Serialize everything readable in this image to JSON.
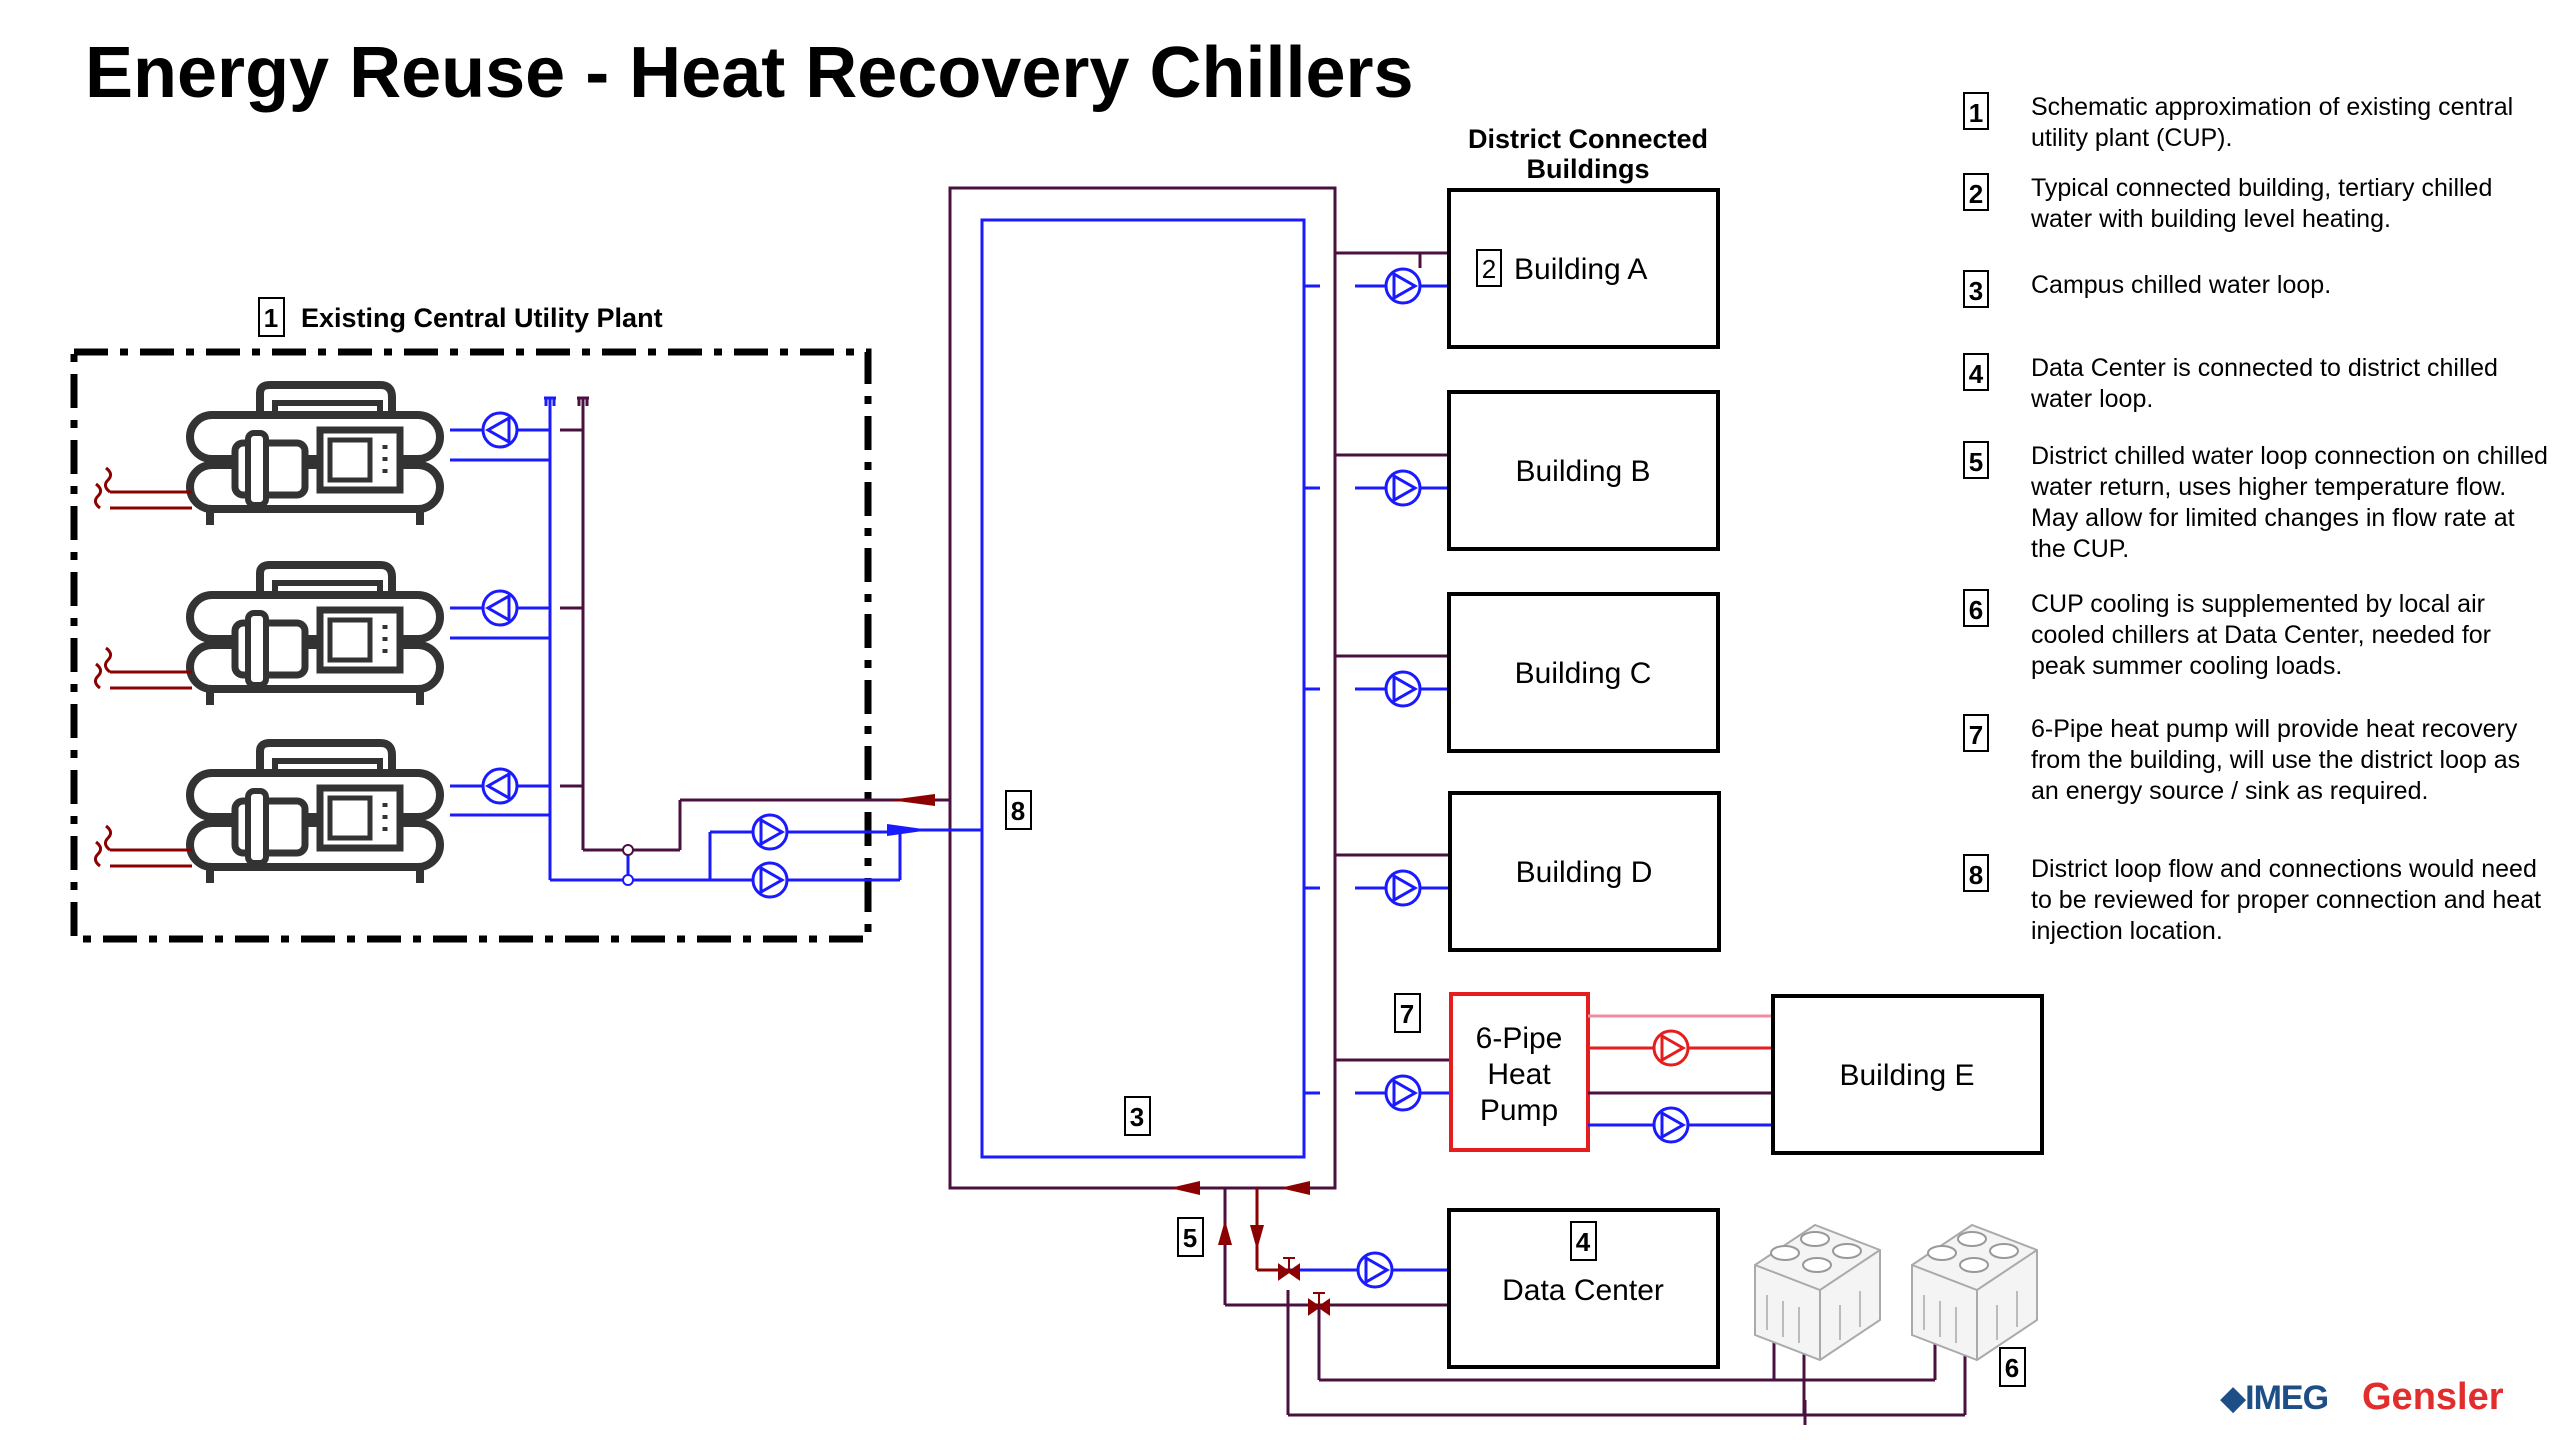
{
  "title": "Energy Reuse - Heat Recovery Chillers",
  "cup": {
    "number": "1",
    "label": "Existing Central Utility Plant"
  },
  "district": {
    "line1": "District Connected",
    "line2": "Buildings"
  },
  "buildings": {
    "a": {
      "tag": "2",
      "label": "Building A"
    },
    "b": {
      "label": "Building B"
    },
    "c": {
      "label": "Building C"
    },
    "d": {
      "label": "Building D"
    },
    "e": {
      "label": "Building E"
    }
  },
  "heat_pump": {
    "tag": "7",
    "line1": "6-Pipe",
    "line2": "Heat",
    "line3": "Pump"
  },
  "data_center": {
    "tag": "4",
    "label": "Data Center"
  },
  "tags": {
    "loop": "3",
    "flow": "8",
    "connection": "5",
    "aircooled": "6"
  },
  "notes": [
    {
      "num": "1",
      "text": "Schematic approximation of existing central utility plant (CUP)."
    },
    {
      "num": "2",
      "text": "Typical connected building, tertiary chilled water with building level heating."
    },
    {
      "num": "3",
      "text": "Campus chilled water loop."
    },
    {
      "num": "4",
      "text": "Data Center is connected to district chilled water loop."
    },
    {
      "num": "5",
      "text": "District chilled water loop connection on chilled water return, uses higher temperature flow.  May allow for limited changes in flow rate at the CUP."
    },
    {
      "num": "6",
      "text": "CUP cooling is supplemented by local air cooled chillers at Data Center, needed for peak summer cooling loads."
    },
    {
      "num": "7",
      "text": "6-Pipe heat pump will provide heat recovery from the building, will use the district loop as an energy source / sink as required."
    },
    {
      "num": "8",
      "text": "District loop flow and connections would need to be reviewed for proper connection and heat injection location."
    }
  ],
  "logos": {
    "imeg": "IMEG",
    "gensler": "Gensler"
  },
  "colors": {
    "supply": "#1a1aff",
    "return": "#4a1040",
    "heat": "#e41e1e",
    "dark_red": "#8b0000"
  }
}
